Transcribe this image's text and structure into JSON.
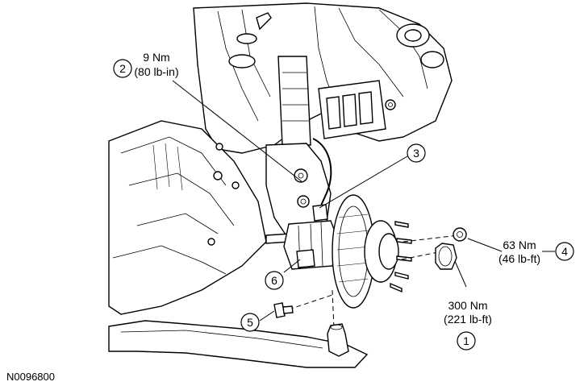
{
  "figure_id": "N0096800",
  "callouts": [
    {
      "number": "1",
      "torque_nm": "300 Nm",
      "torque_imperial": "(221 lb-ft)"
    },
    {
      "number": "2",
      "torque_nm": "9 Nm",
      "torque_imperial": "(80 lb-in)"
    },
    {
      "number": "3"
    },
    {
      "number": "4",
      "torque_nm": "63 Nm",
      "torque_imperial": "(46 lb-ft)"
    },
    {
      "number": "5"
    },
    {
      "number": "6"
    }
  ]
}
